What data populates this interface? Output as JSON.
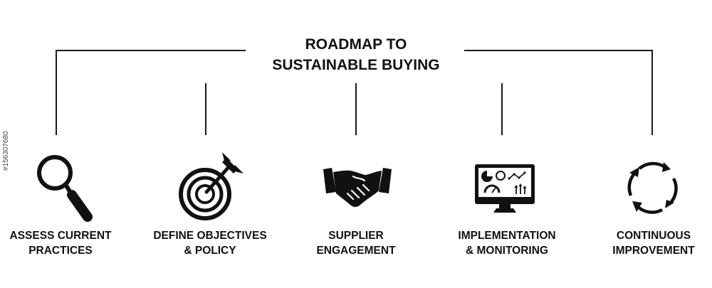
{
  "title": {
    "line1": "ROADMAP TO",
    "line2": "SUSTAINABLE BUYING"
  },
  "steps": [
    {
      "line1": "ASSESS CURRENT",
      "line2": "PRACTICES",
      "icon": "magnifying-glass-icon"
    },
    {
      "line1": "DEFINE OBJECTIVES",
      "line2": "& POLICY",
      "icon": "target-dart-icon"
    },
    {
      "line1": "SUPPLIER",
      "line2": "ENGAGEMENT",
      "icon": "handshake-icon"
    },
    {
      "line1": "IMPLEMENTATION",
      "line2": "& MONITORING",
      "icon": "monitor-dashboard-icon"
    },
    {
      "line1": "CONTINUOUS",
      "line2": "IMPROVEMENT",
      "icon": "cycle-arrows-icon"
    }
  ],
  "stock_id": "#156307680",
  "colors": {
    "ink": "#111111",
    "background": "#ffffff"
  }
}
